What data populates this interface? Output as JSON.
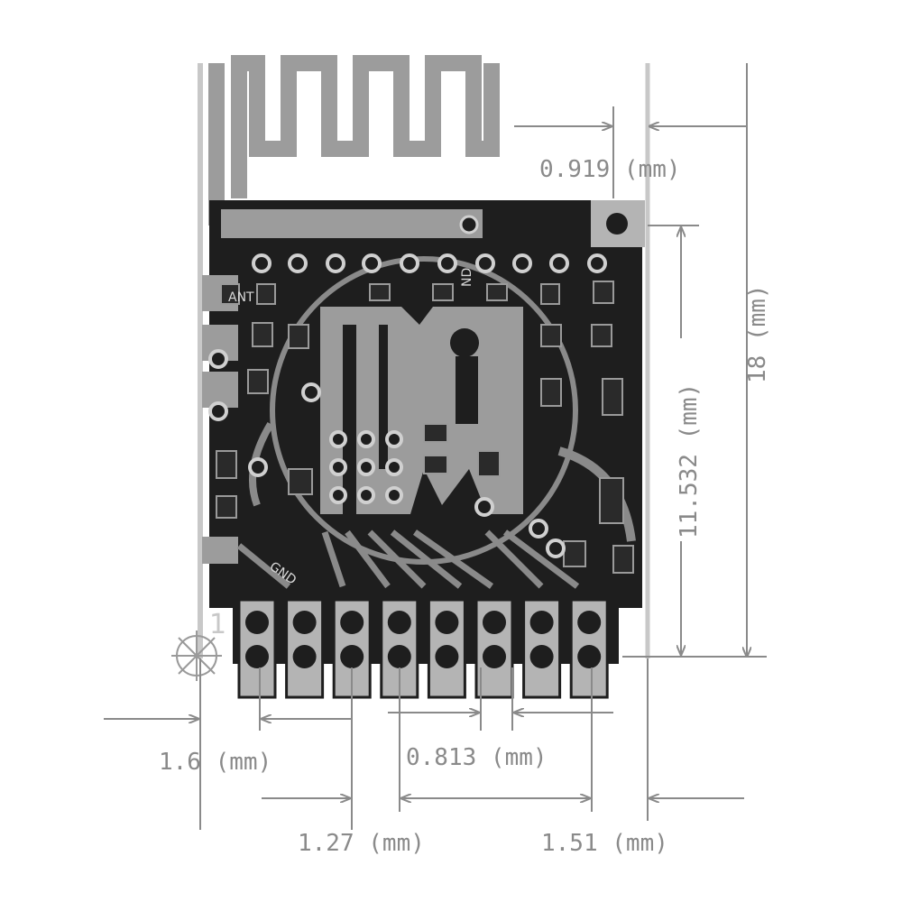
{
  "colors": {
    "board": "#1e1e1e",
    "copper": "#9c9c9c",
    "pad": "#b4b4b4",
    "dimension": "#8a8a8a",
    "background": "#ffffff"
  },
  "silkscreen": {
    "ant": "ANT",
    "gnd": "GND",
    "pin1": "1",
    "nd": "ND"
  },
  "dimensions": {
    "d_0919": "0.919 (mm)",
    "d_11532": "11.532 (mm)",
    "d_18": "18 (mm)",
    "d_16": "1.6 (mm)",
    "d_0813": "0.813 (mm)",
    "d_127": "1.27 (mm)",
    "d_151": "1.51 (mm)"
  },
  "header": {
    "pin_count": 8
  }
}
